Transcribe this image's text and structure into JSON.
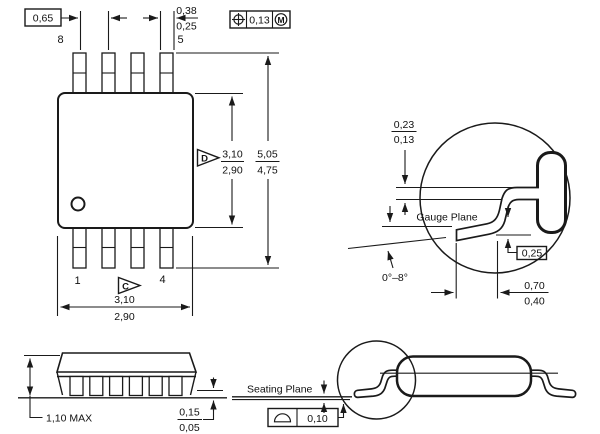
{
  "drawing": {
    "top_view": {
      "pins": {
        "top_left": "8",
        "top_right": "5",
        "bottom_left": "1",
        "bottom_right": "4"
      },
      "datums": {
        "d": "D",
        "c": "C"
      },
      "pitch": "0,65",
      "lead_width": {
        "max": "0,38",
        "min": "0,25"
      },
      "position_tolerance": {
        "value": "0,13",
        "modifier": "M"
      },
      "body_length": {
        "max": "3,10",
        "min": "2,90"
      },
      "overall_width": {
        "max": "5,05",
        "min": "4,75"
      },
      "body_width": {
        "max": "3,10",
        "min": "2,90"
      }
    },
    "detail_view": {
      "lead_thickness": {
        "max": "0,23",
        "min": "0,13"
      },
      "gauge_plane_label": "Gauge Plane",
      "gauge_offset": "0,25",
      "lead_angle": "0°–8°",
      "foot_length": {
        "max": "0,70",
        "min": "0,40"
      }
    },
    "side_view": {
      "max_height": "1,10 MAX",
      "standoff": {
        "max": "0,15",
        "min": "0,05"
      }
    },
    "end_view": {
      "seating_plane_label": "Seating Plane",
      "seating_flatness": "0,10"
    },
    "colors": {
      "ink": "#1a1a1a",
      "paper": "#ffffff"
    }
  }
}
